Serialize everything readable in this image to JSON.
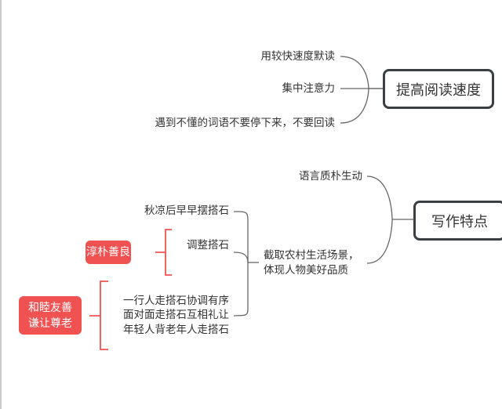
{
  "topic1": {
    "title": "提高阅读速度",
    "children": [
      "用较快速度默读",
      "集中注意力",
      "遇到不懂的词语不要停下来，不要回读"
    ]
  },
  "topic2": {
    "title": "写作特点",
    "children": [
      "语言质朴生动",
      "截取农村生活场景，",
      "体现人物美好品质"
    ],
    "scenes": [
      "秋凉后早早摆搭石",
      "调整搭石",
      "一行人走搭石协调有序",
      "面对面走搭石互相礼让",
      "年轻人背老年人走搭石"
    ],
    "qualities": [
      [
        "淳朴善良"
      ],
      [
        "和睦友善",
        "谦让尊老"
      ]
    ]
  },
  "colors": {
    "box_border": "#3a3f44",
    "accent_red": "#f05252",
    "line": "#666666"
  }
}
